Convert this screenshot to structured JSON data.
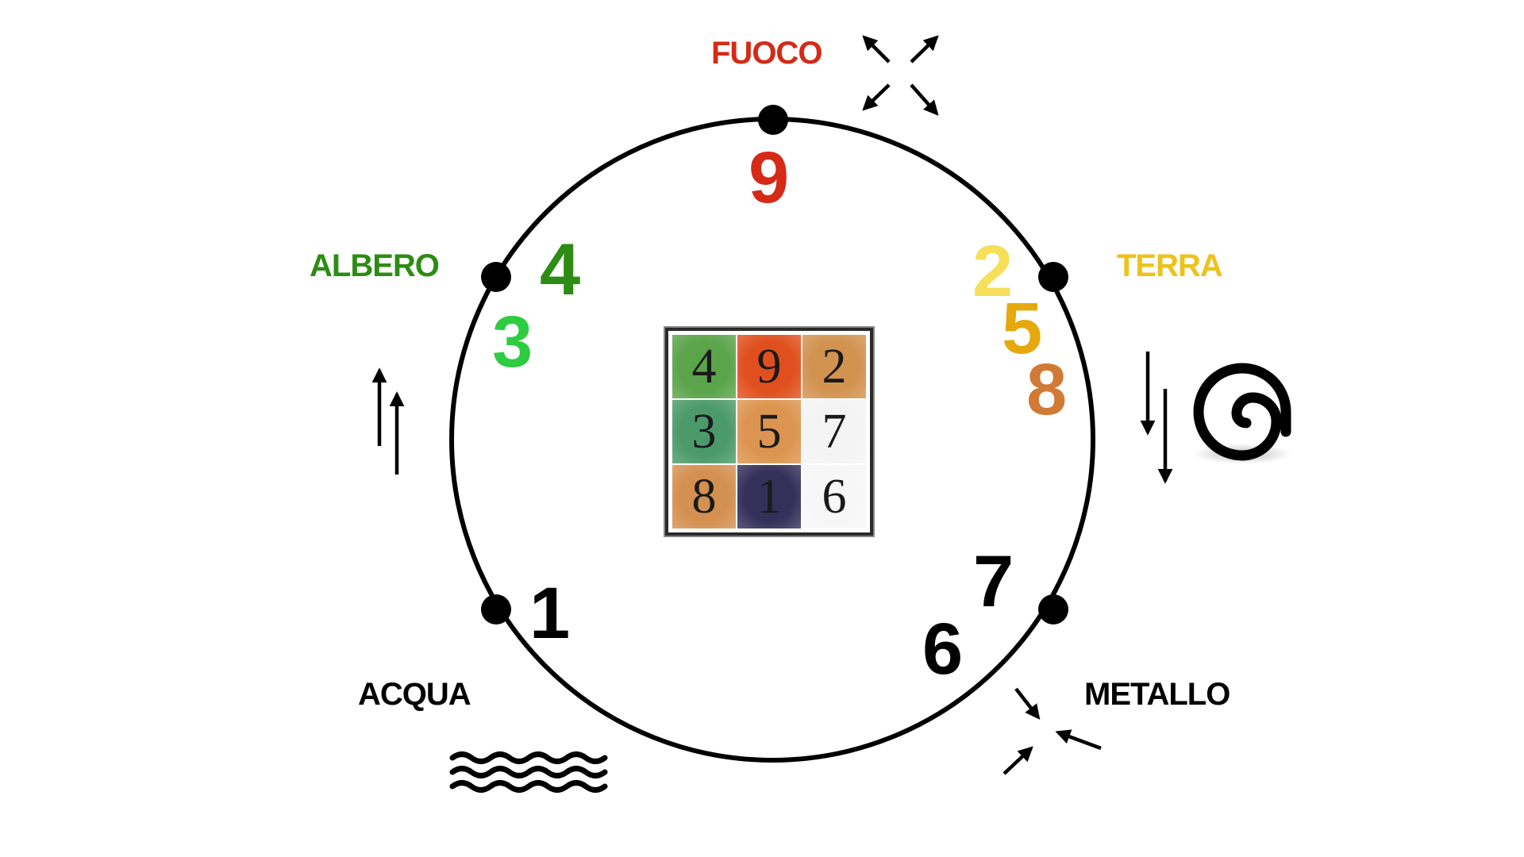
{
  "elements": {
    "fuoco": {
      "label": "FUOCO",
      "color": "#d42a16",
      "numbers": [
        "9"
      ]
    },
    "albero": {
      "label": "ALBERO",
      "color": "#2c8c13",
      "numbers": [
        "4",
        "3"
      ]
    },
    "terra": {
      "label": "TERRA",
      "color": "#eec21b",
      "numbers": [
        "2",
        "5",
        "8"
      ]
    },
    "acqua": {
      "label": "ACQUA",
      "color": "#000000",
      "numbers": [
        "1"
      ]
    },
    "metallo": {
      "label": "METALLO",
      "color": "#000000",
      "numbers": [
        "7",
        "6"
      ]
    }
  },
  "number_colors": {
    "fuoco_9": "#d42a16",
    "albero_4": "#2c8c13",
    "albero_3": "#2ecc40",
    "terra_2": "#f7df5a",
    "terra_5": "#e6a80f",
    "terra_8": "#d07a35",
    "acqua_1": "#000000",
    "metallo_7": "#000000",
    "metallo_6": "#000000"
  },
  "lo_shu_square": {
    "rows": [
      [
        {
          "value": "4",
          "color": "#5aa44a"
        },
        {
          "value": "9",
          "color": "#e0501e"
        },
        {
          "value": "2",
          "color": "#d29350"
        }
      ],
      [
        {
          "value": "3",
          "color": "#4c9a6a"
        },
        {
          "value": "5",
          "color": "#dc9550"
        },
        {
          "value": "7",
          "color": "#f4f4f4"
        }
      ],
      [
        {
          "value": "8",
          "color": "#d49050"
        },
        {
          "value": "1",
          "color": "#34305a"
        },
        {
          "value": "6",
          "color": "#f7f7f7"
        }
      ]
    ]
  },
  "icons": {
    "fuoco": "expanding-arrows-icon",
    "albero": "upward-arrows-icon",
    "terra": "downward-arrows-icon",
    "terra_symbol": "spiral-icon",
    "acqua": "waves-icon",
    "metallo": "converging-arrows-icon"
  }
}
